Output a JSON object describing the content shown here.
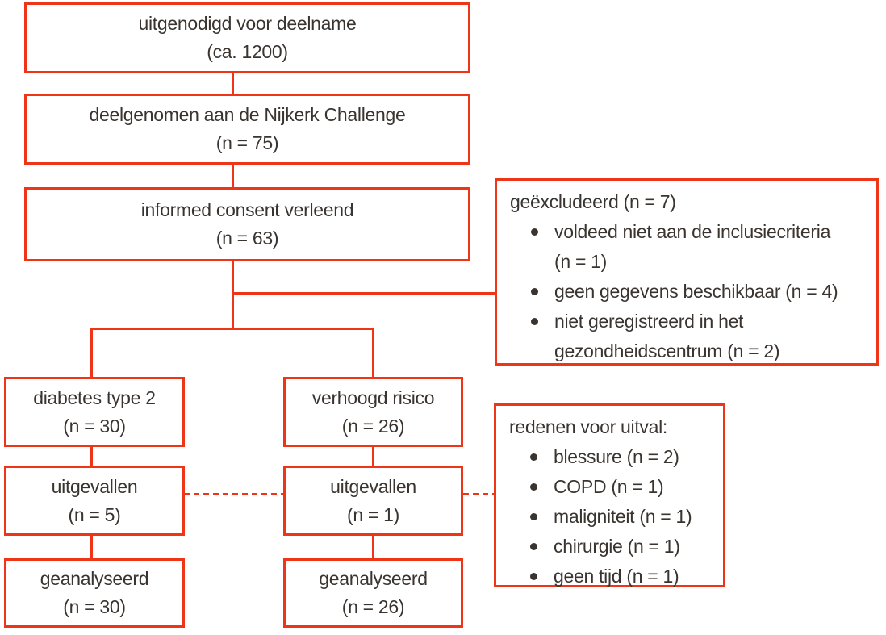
{
  "diagram": {
    "title": "participant-flow-diagram",
    "colors": {
      "accent": "#ee3517",
      "text": "#3a3430",
      "background": "#ffffff"
    }
  },
  "flow": {
    "invited": {
      "line1": "uitgenodigd voor deelname",
      "line2": "(ca. 1200)"
    },
    "participated": {
      "line1": "deelgenomen aan de Nijkerk Challenge",
      "line2": "(n = 75)"
    },
    "consent": {
      "line1": "informed consent verleend",
      "line2": "(n = 63)"
    },
    "diabetes": {
      "line1": "diabetes type 2",
      "line2": "(n = 30)"
    },
    "risk": {
      "line1": "verhoogd risico",
      "line2": "(n = 26)"
    },
    "dropout_left": {
      "line1": "uitgevallen",
      "line2": "(n = 5)"
    },
    "dropout_right": {
      "line1": "uitgevallen",
      "line2": "(n = 1)"
    },
    "analyzed_left": {
      "line1": "geanalyseerd",
      "line2": "(n = 30)"
    },
    "analyzed_right": {
      "line1": "geanalyseerd",
      "line2": "(n = 26)"
    }
  },
  "excluded": {
    "title": "geëxcludeerd (n = 7)",
    "items": [
      "voldeed niet aan de inclusiecriteria (n = 1)",
      "geen gegevens beschikbaar (n = 4)",
      "niet geregistreerd in het gezondheidscentrum (n = 2)"
    ]
  },
  "dropout_reasons": {
    "title": "redenen voor uitval:",
    "items": [
      "blessure (n = 2)",
      "COPD (n = 1)",
      "maligniteit (n = 1)",
      "chirurgie (n = 1)",
      "geen tijd (n = 1)"
    ]
  }
}
